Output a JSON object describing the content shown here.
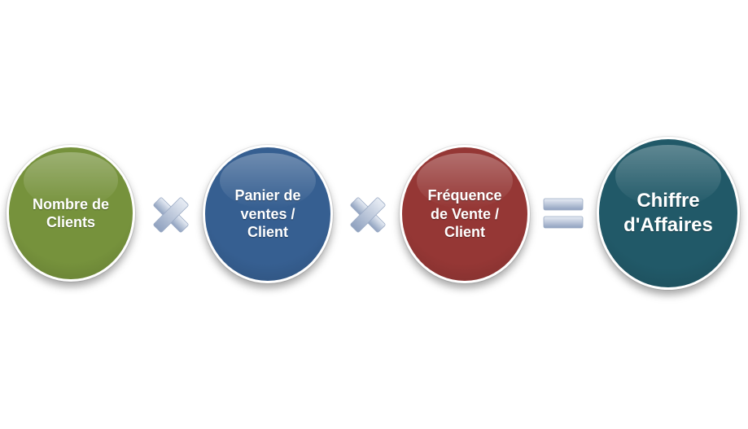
{
  "nodes": [
    {
      "id": "clients",
      "label": "Nombre de\nClients",
      "color": "#76923c"
    },
    {
      "id": "panier",
      "label": "Panier de\nventes /\nClient",
      "color": "#365f91"
    },
    {
      "id": "frequence",
      "label": "Fréquence\nde Vente /\nClient",
      "color": "#953735"
    },
    {
      "id": "ca",
      "label": "Chiffre\nd'Affaires",
      "color": "#215968"
    }
  ],
  "operators": [
    {
      "symbol": "multiply",
      "icon": "multiply-icon"
    },
    {
      "symbol": "multiply",
      "icon": "multiply-icon"
    },
    {
      "symbol": "equals",
      "icon": "equals-icon"
    }
  ],
  "colors": {
    "operator_light": "#dde4ef",
    "operator_dark": "#8fa1bf"
  }
}
